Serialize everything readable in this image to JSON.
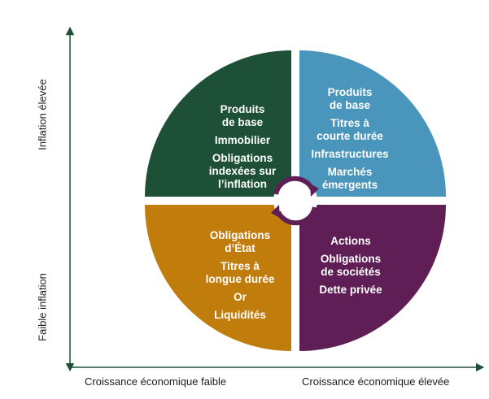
{
  "axes": {
    "y_top": "Inflation élevée",
    "y_bottom": "Faible inflation",
    "x_left": "Croissance économique faible",
    "x_right": "Croissance économique élevée"
  },
  "quadrants": [
    {
      "id": "top-left",
      "color": "#1d5036",
      "items": [
        "Produits\nde base",
        "Immobilier",
        "Obligations\nindexées sur\nl’inflation"
      ]
    },
    {
      "id": "top-right",
      "color": "#4a95bc",
      "items": [
        "Produits\nde base",
        "Titres à\ncourte durée",
        "Infrastructures",
        "Marchés\némergents"
      ]
    },
    {
      "id": "bottom-left",
      "color": "#c17d0c",
      "items": [
        "Obligations\nd’État",
        "Titres à\nlongue durée",
        "Or",
        "Liquidités"
      ]
    },
    {
      "id": "bottom-right",
      "color": "#5f1e55",
      "items": [
        "Actions",
        "Obligations\nde sociétés",
        "Dette privée"
      ]
    }
  ],
  "colors": {
    "axis": "#1d5036",
    "cycle_arrow": "#5f1e55"
  }
}
